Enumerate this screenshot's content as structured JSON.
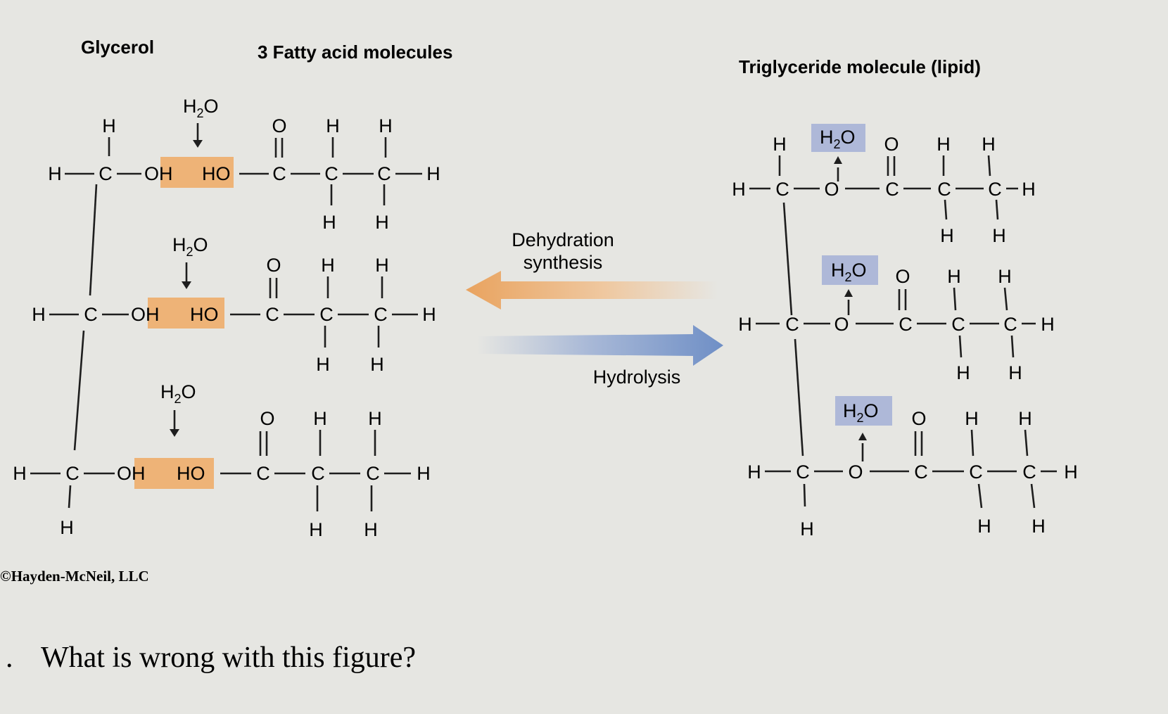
{
  "labels": {
    "glycerol": "Glycerol",
    "fatty_acids": "3 Fatty acid molecules",
    "triglyceride": "Triglyceride molecule (lipid)",
    "dehydration_line1": "Dehydration",
    "dehydration_line2": "synthesis",
    "hydrolysis": "Hydrolysis",
    "copyright": "©Hayden-McNeil, LLC",
    "question_number": ".",
    "question": "What is wrong with this figure?"
  },
  "atoms": {
    "h": "H",
    "c": "C",
    "o": "O",
    "oh": "OH",
    "ho": "HO",
    "water_h": "H",
    "water_sub": "2",
    "water_o": "O"
  },
  "colors": {
    "highlight_orange": "#eeb377",
    "highlight_blue": "#aeb8d8",
    "arrow_orange": "#e9a35f",
    "arrow_blue": "#6f8fc6"
  }
}
